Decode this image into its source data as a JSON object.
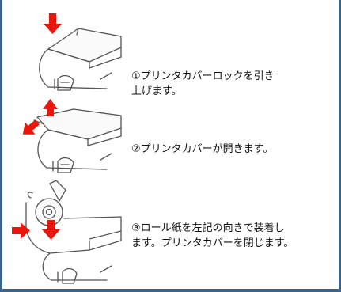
{
  "steps": [
    {
      "text": "①プリンタカバーロックを引き\n上げます。"
    },
    {
      "text": "②プリンタカバーが開きます。"
    },
    {
      "text": "③ロール紙を左記の向きで装着し\nます。プリンタカバーを閉じます。"
    }
  ],
  "colors": {
    "border": "#3d6487",
    "arrow": "#e8160c",
    "line": "#555555"
  },
  "icons": [
    "down-arrow-icon",
    "up-arrow-icon",
    "up-left-arrow-icon",
    "right-arrow-icon"
  ]
}
